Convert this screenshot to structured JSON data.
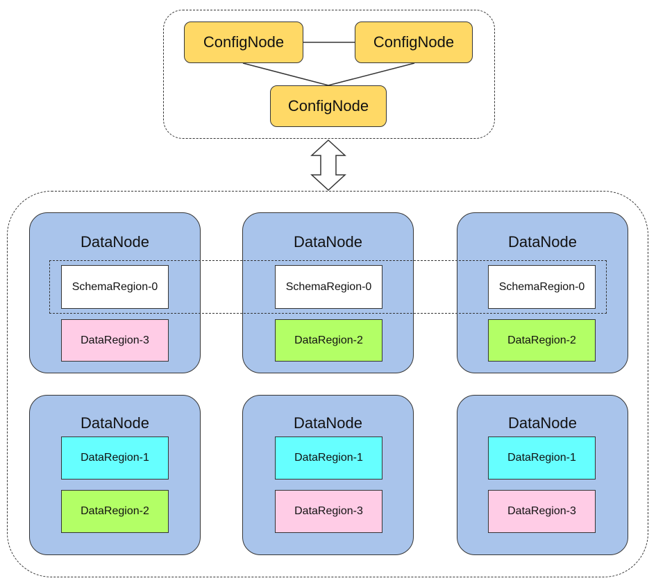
{
  "config_cluster": {
    "nodes": [
      "ConfigNode",
      "ConfigNode",
      "ConfigNode"
    ]
  },
  "colors": {
    "config_node": "#ffd966",
    "datanode": "#a9c4eb",
    "schema_region": "#ffffff",
    "data_region_1": "#66ffff",
    "data_region_2": "#b3ff66",
    "data_region_3": "#ffcce6"
  },
  "datanodes": [
    {
      "title": "DataNode",
      "regions": [
        "SchemaRegion-0",
        "DataRegion-3"
      ]
    },
    {
      "title": "DataNode",
      "regions": [
        "SchemaRegion-0",
        "DataRegion-2"
      ]
    },
    {
      "title": "DataNode",
      "regions": [
        "SchemaRegion-0",
        "DataRegion-2"
      ]
    },
    {
      "title": "DataNode",
      "regions": [
        "DataRegion-1",
        "DataRegion-2"
      ]
    },
    {
      "title": "DataNode",
      "regions": [
        "DataRegion-1",
        "DataRegion-3"
      ]
    },
    {
      "title": "DataNode",
      "regions": [
        "DataRegion-1",
        "DataRegion-3"
      ]
    }
  ]
}
